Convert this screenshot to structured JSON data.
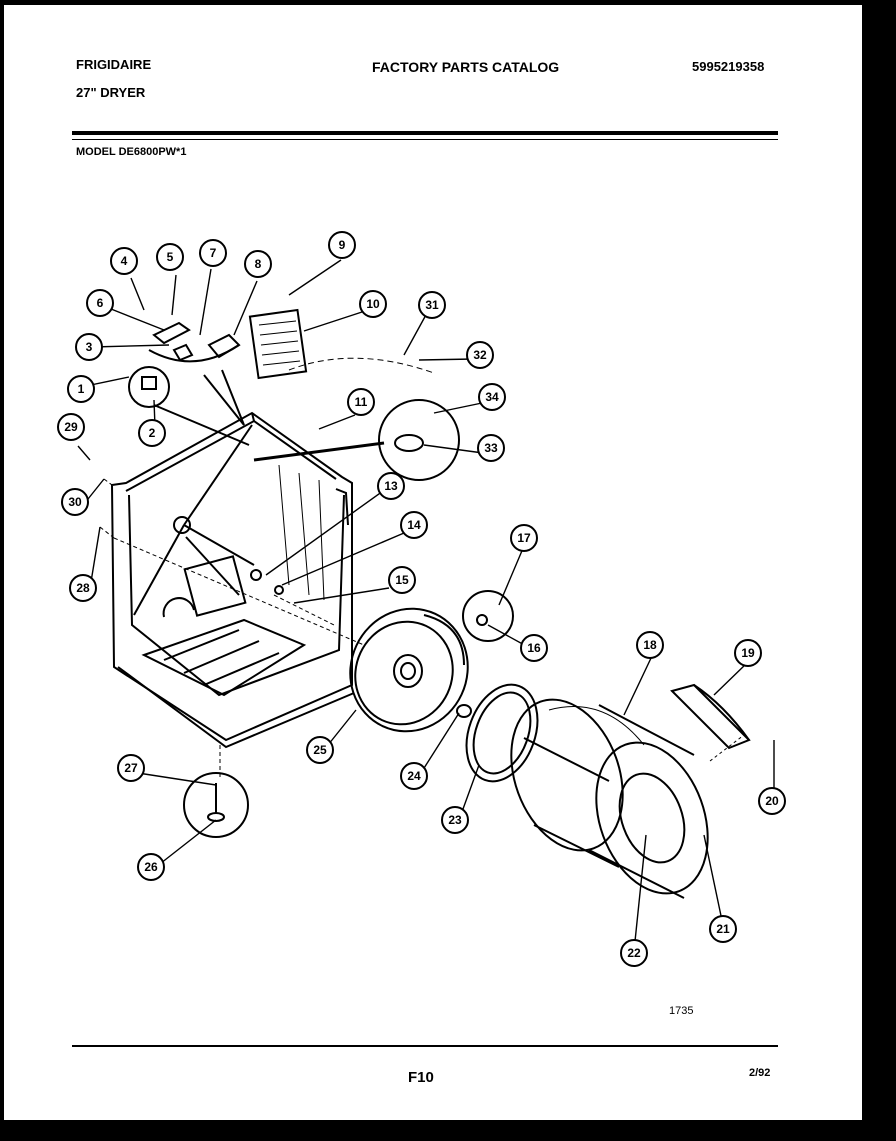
{
  "header": {
    "brand": "FRIGIDAIRE",
    "product": "27\" DRYER",
    "title": "FACTORY PARTS CATALOG",
    "catalog_number": "5995219358",
    "model": "MODEL DE6800PW*1"
  },
  "diagram": {
    "callouts": [
      "1",
      "2",
      "3",
      "4",
      "5",
      "6",
      "7",
      "8",
      "9",
      "10",
      "11",
      "13",
      "14",
      "15",
      "16",
      "17",
      "18",
      "19",
      "20",
      "21",
      "22",
      "23",
      "24",
      "25",
      "26",
      "27",
      "28",
      "29",
      "30",
      "31",
      "32",
      "33",
      "34"
    ],
    "code": "1735"
  },
  "footer": {
    "page": "F10",
    "date": "2/92"
  }
}
